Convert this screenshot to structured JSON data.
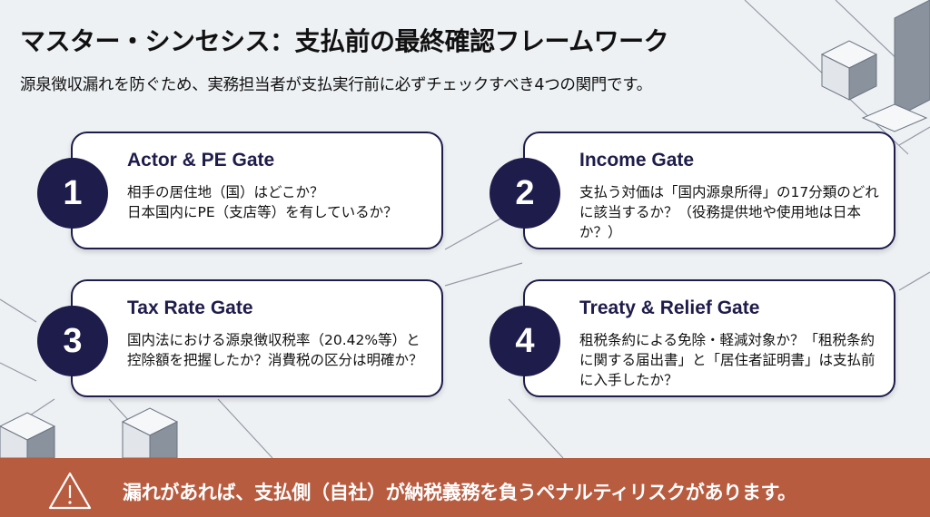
{
  "header": {
    "title": "マスター・シンセシス：支払前の最終確認フレームワーク",
    "subtitle": "源泉徴収漏れを防ぐため、実務担当者が支払実行前に必ずチェックすべき4つの関門です。"
  },
  "gates": [
    {
      "number": "1",
      "title": "Actor & PE Gate",
      "body": "相手の居住地（国）はどこか？\n日本国内にPE（支店等）を有しているか？"
    },
    {
      "number": "2",
      "title": "Income Gate",
      "body": "支払う対価は「国内源泉所得」の17分類のどれに該当するか？（役務提供地や使用地は日本か？）"
    },
    {
      "number": "3",
      "title": "Tax Rate Gate",
      "body": "国内法における源泉徴収税率（20.42%等）と控除額を把握したか？消費税の区分は明確か？"
    },
    {
      "number": "4",
      "title": "Treaty & Relief Gate",
      "body": "租税条約による免除・軽減対象か？「租税条約に関する届出書」と「居住者証明書」は支払前に入手したか？"
    }
  ],
  "banner": {
    "icon": "warning-icon",
    "message": "漏れがあれば、支払側（自社）が納税義務を負うペナルティリスクがあります。"
  },
  "colors": {
    "navy": "#1e1c4b",
    "banner": "#b85c40",
    "background": "#eef1f4"
  }
}
